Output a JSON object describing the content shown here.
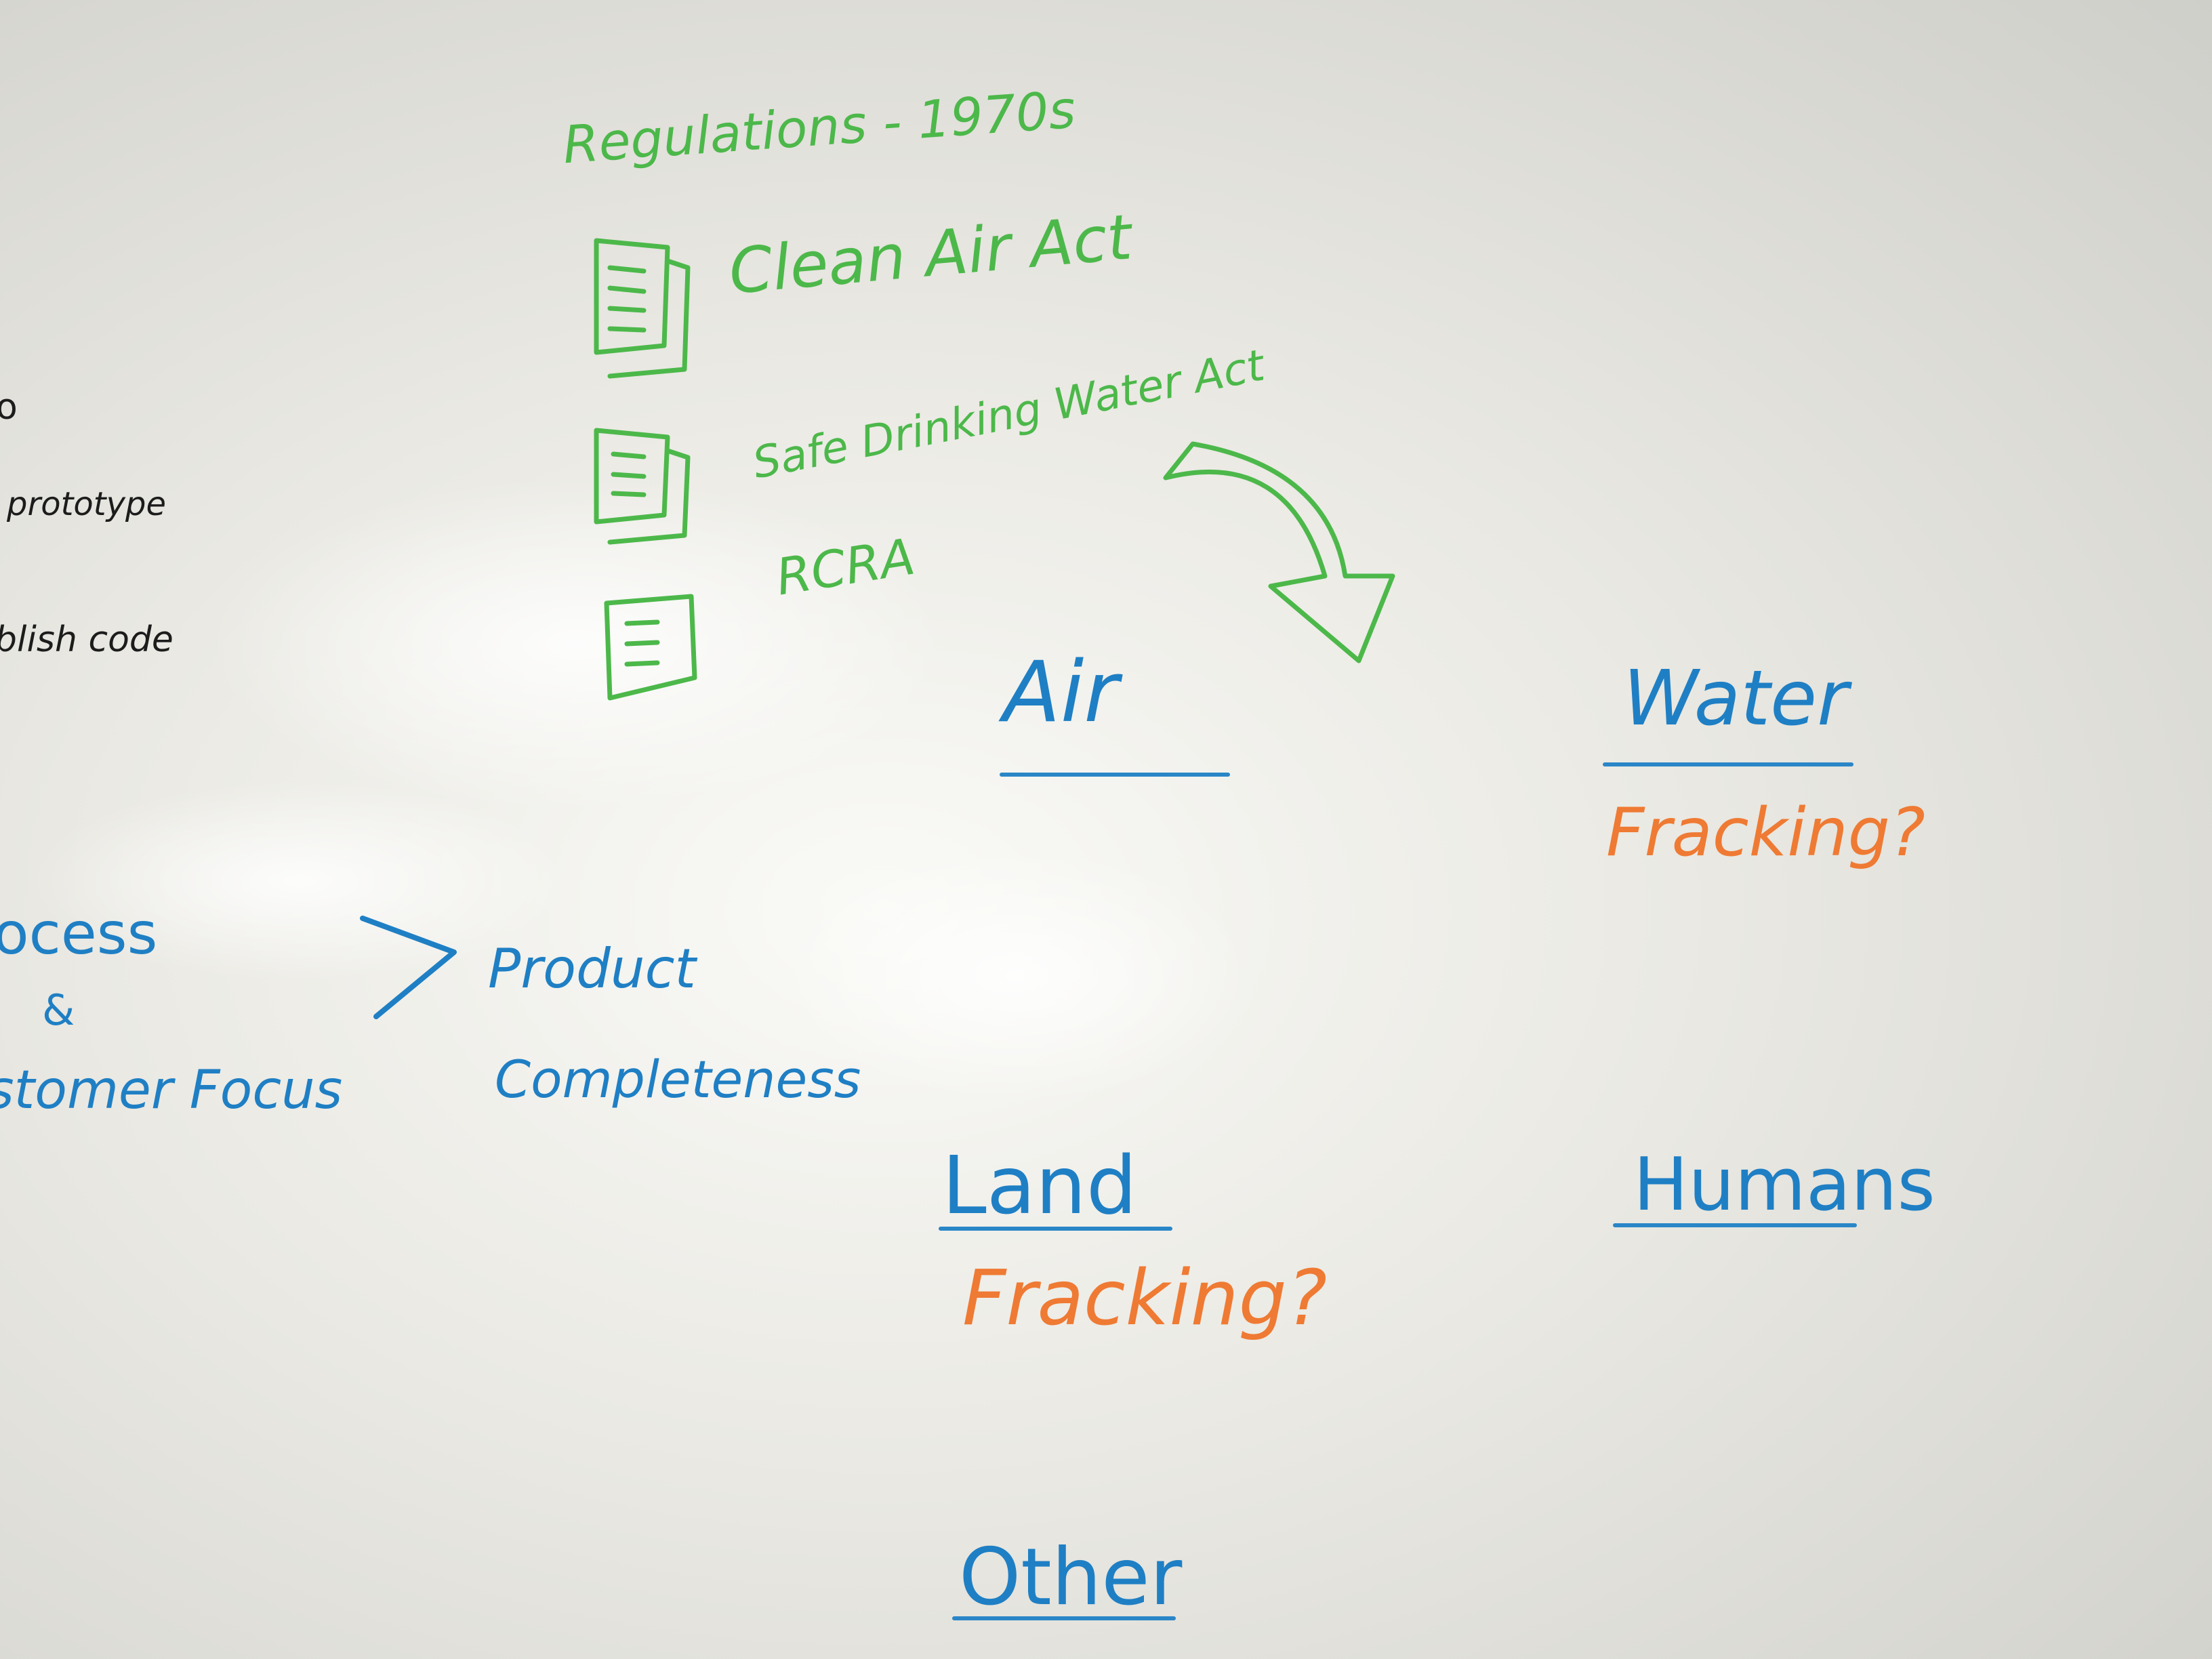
{
  "left_edge": {
    "line1": "o",
    "line2": "prototype",
    "line3": "blish  code",
    "process": "ocess",
    "amp": "&",
    "focus": "stomer Focus",
    "arrow_target_1": "Product",
    "arrow_target_2": "Completeness"
  },
  "regulations": {
    "heading": "Regulations - 1970s",
    "items": [
      "Clean Air Act",
      "Safe Drinking Water Act",
      "RCRA"
    ]
  },
  "categories": {
    "air": "Air",
    "water": "Water",
    "water_note": "Fracking?",
    "land": "Land",
    "land_note": "Fracking?",
    "humans": "Humans",
    "other": "Other"
  },
  "colors": {
    "green": "#4cb84a",
    "blue": "#1f7fc4",
    "orange": "#ef7a33",
    "black": "#1c1c1c"
  }
}
